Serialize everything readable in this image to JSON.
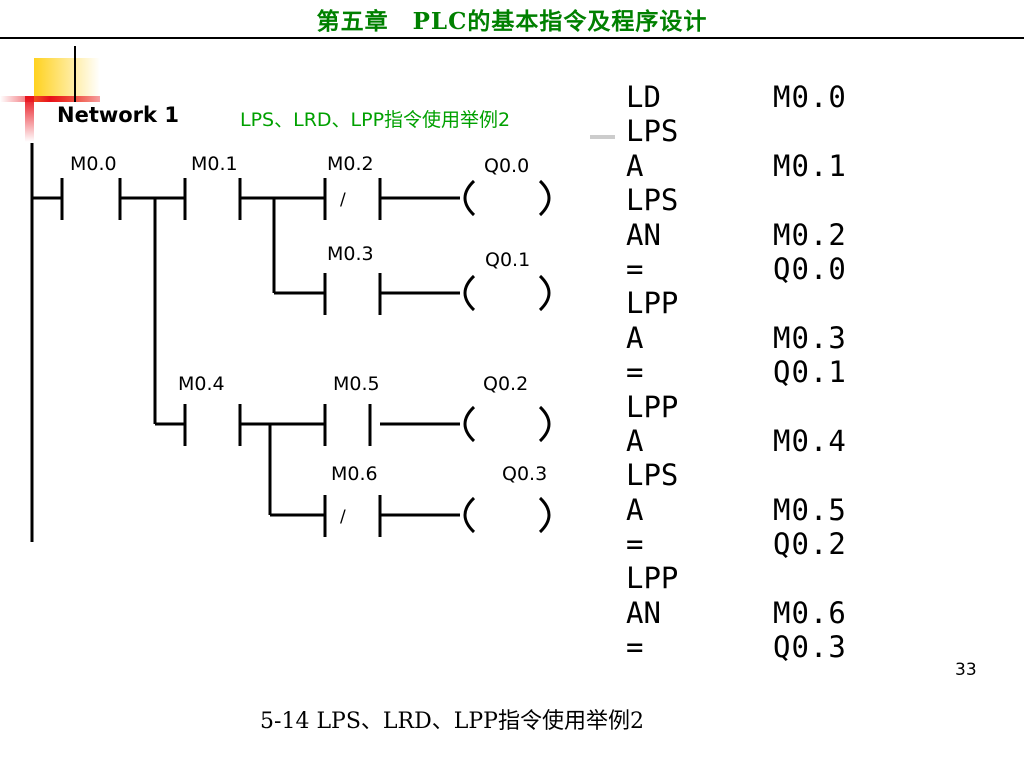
{
  "header": {
    "title": "第五章　PLC的基本指令及程序设计"
  },
  "network": {
    "label": "Network 1",
    "comment": "LPS、LRD、LPP指令使用举例2",
    "contacts": [
      {
        "name": "contact-m0-0",
        "address": "M0.0",
        "negated": false
      },
      {
        "name": "contact-m0-1",
        "address": "M0.1",
        "negated": false
      },
      {
        "name": "contact-m0-2",
        "address": "M0.2",
        "negated": true
      },
      {
        "name": "contact-m0-3",
        "address": "M0.3",
        "negated": false
      },
      {
        "name": "contact-m0-4",
        "address": "M0.4",
        "negated": false
      },
      {
        "name": "contact-m0-5",
        "address": "M0.5",
        "negated": false
      },
      {
        "name": "contact-m0-6",
        "address": "M0.6",
        "negated": true
      }
    ],
    "coils": [
      {
        "name": "coil-q0-0",
        "address": "Q0.0"
      },
      {
        "name": "coil-q0-1",
        "address": "Q0.1"
      },
      {
        "name": "coil-q0-2",
        "address": "Q0.2"
      },
      {
        "name": "coil-q0-3",
        "address": "Q0.3"
      }
    ],
    "negation_symbol": "/"
  },
  "instructions": [
    {
      "op": "LD",
      "arg": "M0.0"
    },
    {
      "op": "LPS",
      "arg": ""
    },
    {
      "op": "A",
      "arg": "M0.1"
    },
    {
      "op": "LPS",
      "arg": ""
    },
    {
      "op": "AN",
      "arg": "M0.2"
    },
    {
      "op": "=",
      "arg": "Q0.0"
    },
    {
      "op": "LPP",
      "arg": ""
    },
    {
      "op": "A",
      "arg": "M0.3"
    },
    {
      "op": "=",
      "arg": "Q0.1"
    },
    {
      "op": "LPP",
      "arg": ""
    },
    {
      "op": "A",
      "arg": "M0.4"
    },
    {
      "op": "LPS",
      "arg": ""
    },
    {
      "op": "A",
      "arg": "M0.5"
    },
    {
      "op": "=",
      "arg": "Q0.2"
    },
    {
      "op": "LPP",
      "arg": ""
    },
    {
      "op": "AN",
      "arg": "M0.6"
    },
    {
      "op": "=",
      "arg": "Q0.3"
    }
  ],
  "footer": {
    "page_number": "33",
    "caption": "5-14 LPS、LRD、LPP指令使用举例2"
  },
  "colors": {
    "title": "#008000",
    "comment": "#00a000",
    "decor_yellow": "#ffd21f",
    "decor_red": "#e8101a"
  }
}
